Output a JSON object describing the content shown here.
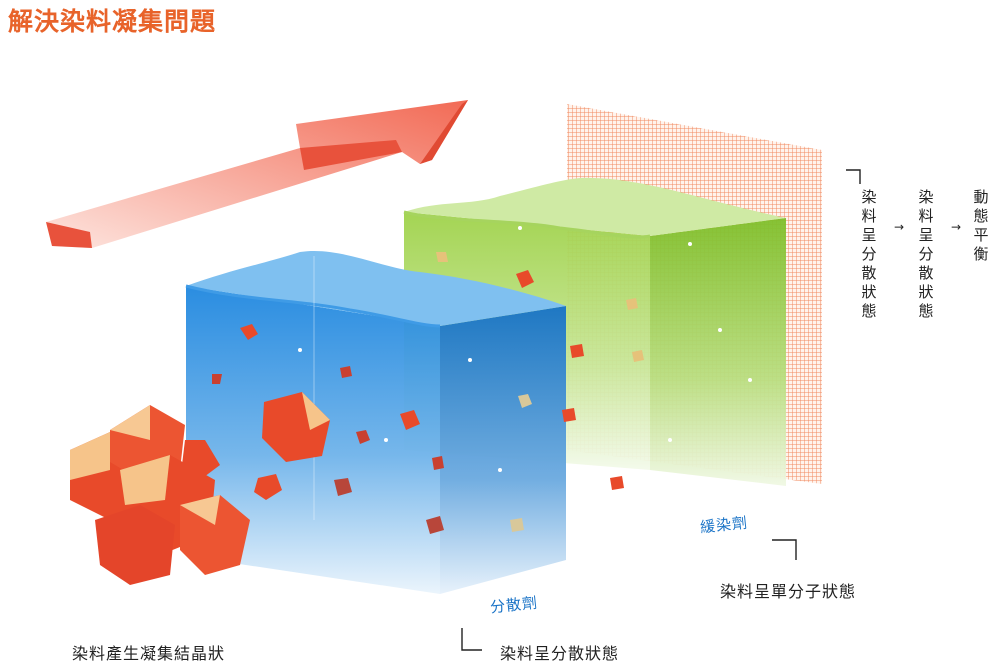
{
  "title": "解決染料凝集問題",
  "labels": {
    "crystal": "染料產生凝集結晶狀",
    "disperse_agent": "分散劑",
    "dispersed_state": "染料呈分散狀態",
    "leveling_agent": "緩染劑",
    "single_molecule": "染料呈單分子狀態"
  },
  "process": {
    "step1": "染料呈分散狀態",
    "step2": "染料呈分散狀態",
    "step3": "動態平衡",
    "arrow": "→"
  },
  "colors": {
    "title": "#e8632a",
    "blue_liquid": "#2f8fe0",
    "green_liquid": "#8cc63f",
    "crystal": "#e84a2a",
    "crystal_face": "#f6c48a",
    "arrow": "#f26a55",
    "fiber_mesh": "#f4a07a"
  },
  "icons": [
    "arrow-right-icon",
    "crystal-cluster-icon",
    "fiber-mesh-icon"
  ]
}
